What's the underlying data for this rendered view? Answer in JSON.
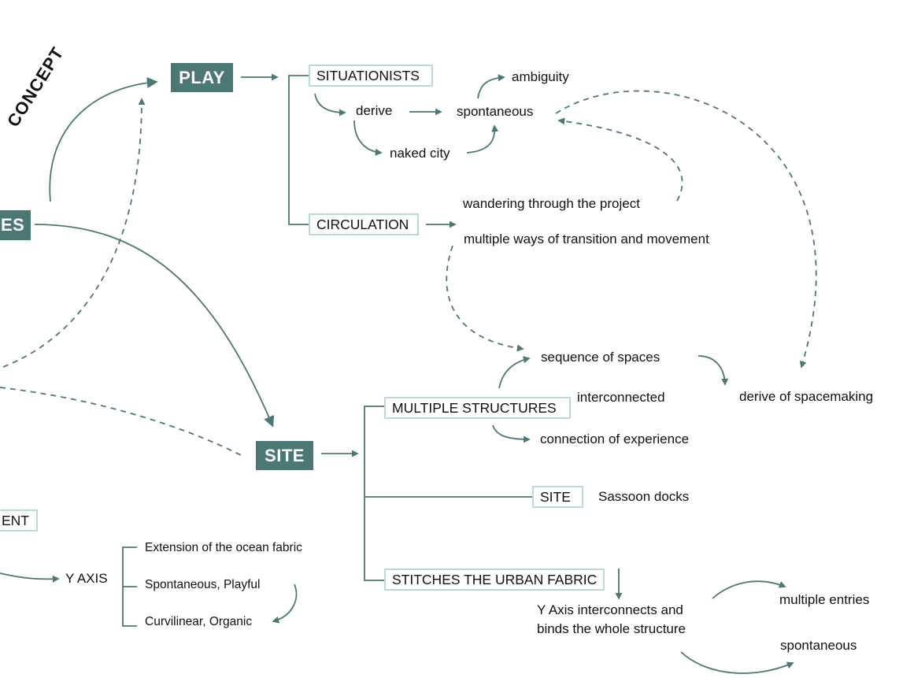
{
  "colors": {
    "accent": "#4d7775",
    "box_border": "#bcdad9",
    "text": "#111111"
  },
  "concept_label": "CONCEPT",
  "main_nodes": {
    "play": "PLAY",
    "site": "SITE",
    "ies_fragment": "ES"
  },
  "play_branch": {
    "situationists": "SITUATIONISTS",
    "derive": "derive",
    "spontaneous": "spontaneous",
    "ambiguity": "ambiguity",
    "naked_city": "naked city",
    "circulation": "CIRCULATION",
    "wandering": "wandering through the project",
    "multiple_ways": "multiple ways of transition and movement"
  },
  "site_branch": {
    "multiple_structures": "MULTIPLE STRUCTURES",
    "sequence_of_spaces": "sequence of spaces",
    "interconnected": "interconnected",
    "derive_of_spacemaking": "derive of spacemaking",
    "connection_of_experience": "connection of experience",
    "site_box": "SITE",
    "sassoon_docks": "Sassoon docks",
    "stitches": "STITCHES THE URBAN FABRIC",
    "y_axis_line1": "Y Axis interconnects and",
    "y_axis_line2": "binds the whole structure",
    "multiple_entries": "multiple entries",
    "spontaneous_2": "spontaneous"
  },
  "left_branch": {
    "ent_fragment": "ENT",
    "y_axis": "Y AXIS",
    "extension": "Extension of the ocean fabric",
    "spontaneous_playful": "Spontaneous, Playful",
    "curvilinear": "Curvilinear, Organic"
  }
}
